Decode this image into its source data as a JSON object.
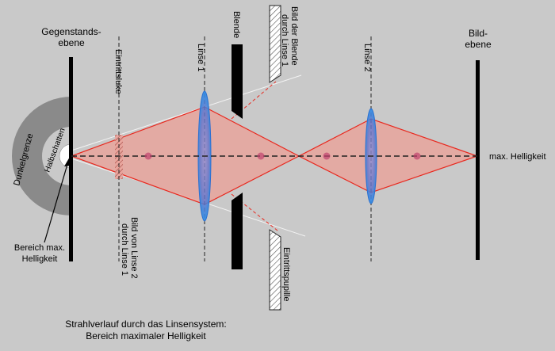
{
  "labels": {
    "object_plane_line1": "Gegenstands-",
    "object_plane_line2": "ebene",
    "entrance_window": "Eintrittsluke",
    "lens1": "Linse 1",
    "stop": "Blende",
    "stop_image_line1": "Bild der Blende",
    "stop_image_line2": "durch Linse 1",
    "lens2": "Linse 2",
    "image_plane_line1": "Bild-",
    "image_plane_line2": "ebene",
    "max_brightness": "max. Helligkeit",
    "dark_limit": "Dunkelgrenze",
    "half_shadow": "Halbschatten",
    "max_region_line1": "Bereich max.",
    "max_region_line2": "Helligkeit",
    "lens2_image_line1": "Bild von Linse 2",
    "lens2_image_line2": "durch Linse 1",
    "entrance_pupil": "Eintrittspupille",
    "caption_line1": "Strahlverlauf durch das Linsensystem:",
    "caption_line2": "Bereich maximaler Helligkeit"
  },
  "colors": {
    "background": "#c9c9c9",
    "ray_fill": "#e8a49c",
    "ray_edge": "#e8281e",
    "lens_fill": "#3c7fd6",
    "half_shadow": "#8a8a8a",
    "focal_point": "#c0426e"
  }
}
